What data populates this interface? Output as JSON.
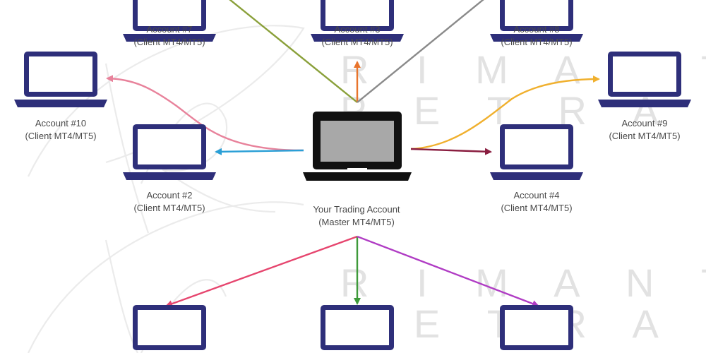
{
  "watermark": {
    "line1": "R I M A N T A S",
    "line2": "P E T R A U S K A S",
    "color": "#e2e2e2"
  },
  "colors": {
    "client_laptop": "#2e2f7a",
    "master_laptop": "#111111",
    "master_screen": "#a8a8a8"
  },
  "master": {
    "name": "Your Trading Account",
    "role": "(Master MT4/MT5)",
    "icon": "laptop-icon"
  },
  "accounts": [
    {
      "id": "account-7",
      "name": "Account #7",
      "role": "(Client MT4/MT5)",
      "icon": "laptop-icon"
    },
    {
      "id": "account-3",
      "name": "Account #3",
      "role": "(Client MT4/MT5)",
      "icon": "laptop-icon"
    },
    {
      "id": "account-8",
      "name": "Account #8",
      "role": "(Client MT4/MT5)",
      "icon": "laptop-icon"
    },
    {
      "id": "account-10",
      "name": "Account #10",
      "role": "(Client MT4/MT5)",
      "icon": "laptop-icon"
    },
    {
      "id": "account-9",
      "name": "Account #9",
      "role": "(Client MT4/MT5)",
      "icon": "laptop-icon"
    },
    {
      "id": "account-2",
      "name": "Account #2",
      "role": "(Client MT4/MT5)",
      "icon": "laptop-icon"
    },
    {
      "id": "account-4",
      "name": "Account #4",
      "role": "(Client MT4/MT5)",
      "icon": "laptop-icon"
    },
    {
      "id": "account-bottom-left",
      "icon": "laptop-icon"
    },
    {
      "id": "account-bottom-center",
      "icon": "laptop-icon"
    },
    {
      "id": "account-bottom-right",
      "icon": "laptop-icon"
    }
  ],
  "connections": [
    {
      "to": "account-7",
      "color": "#8aa03a",
      "arrow": false
    },
    {
      "to": "account-3",
      "color": "#e8742c",
      "arrow": true
    },
    {
      "to": "account-8",
      "color": "#8a8a8a",
      "arrow": false
    },
    {
      "to": "account-10",
      "color": "#e8829b",
      "arrow": true
    },
    {
      "to": "account-2",
      "color": "#2a9fd6",
      "arrow": true
    },
    {
      "to": "account-9",
      "color": "#f0b02e",
      "arrow": true
    },
    {
      "to": "account-4",
      "color": "#8a1e40",
      "arrow": true
    },
    {
      "to": "account-bottom-left",
      "color": "#e6456e",
      "arrow": true
    },
    {
      "to": "account-bottom-center",
      "color": "#3e9a3a",
      "arrow": true
    },
    {
      "to": "account-bottom-right",
      "color": "#b03cc4",
      "arrow": true
    }
  ]
}
